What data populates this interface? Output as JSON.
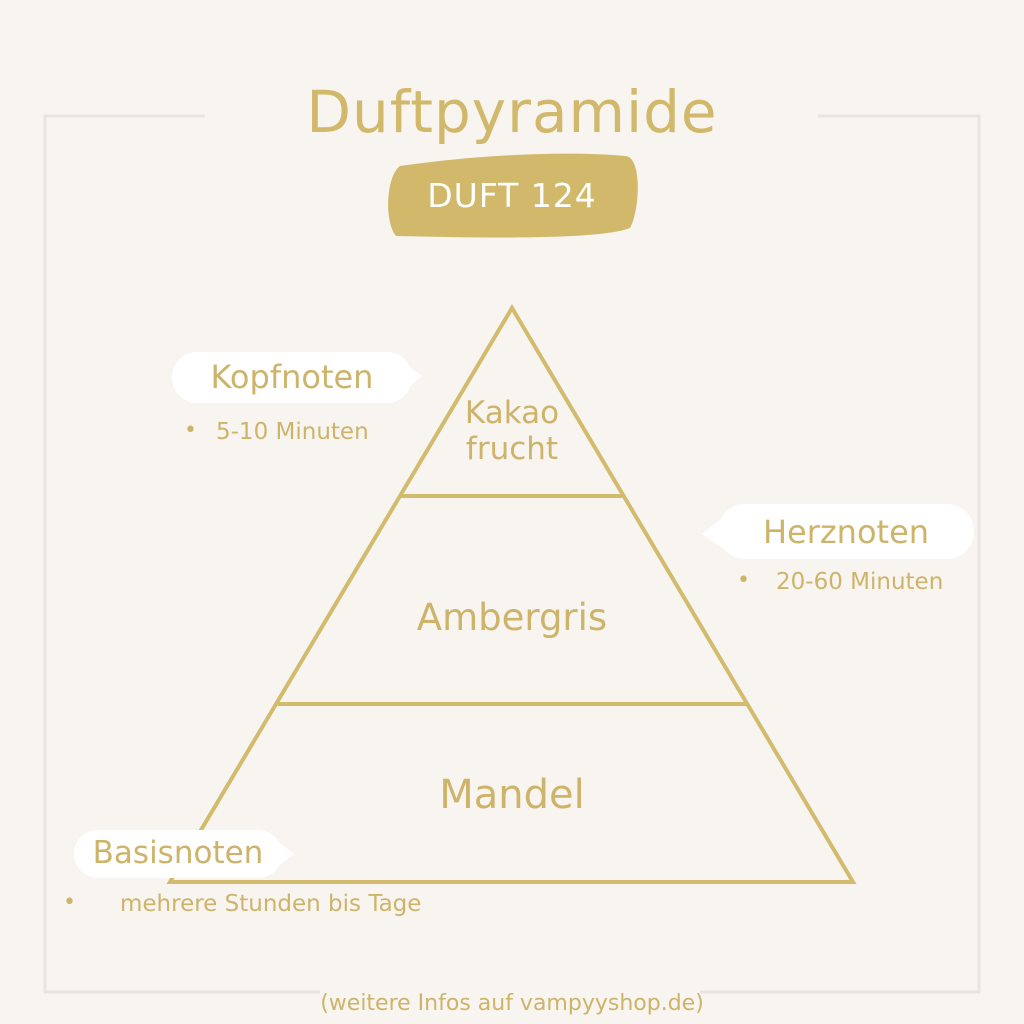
{
  "title": "Duftpyramide",
  "badge": "DUFT 124",
  "tiers": {
    "top_line1": "Kakao",
    "top_line2": "frucht",
    "middle": "Ambergris",
    "base": "Mandel"
  },
  "bubbles": {
    "kopf": {
      "label": "Kopfnoten",
      "duration": "5-10 Minuten"
    },
    "herz": {
      "label": "Herznoten",
      "duration": "20-60 Minuten"
    },
    "basis": {
      "label": "Basisnoten",
      "duration": "mehrere Stunden bis Tage"
    }
  },
  "footer": "(weitere Infos auf vampyyshop.de)",
  "colors": {
    "background": "#f8f4ef",
    "gold": "#d1b86a",
    "frame": "#e9e4de",
    "bubble": "#ffffff"
  }
}
